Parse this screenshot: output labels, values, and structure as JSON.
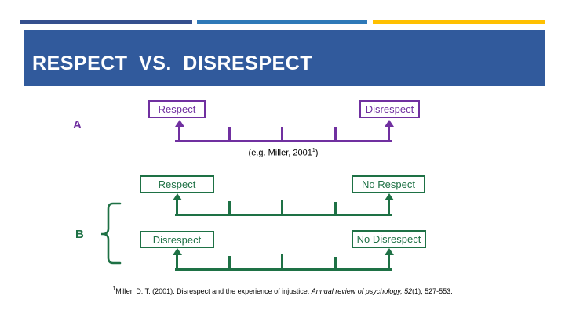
{
  "slide": {
    "title": "RESPECT VS. DISRESPECT"
  },
  "colors": {
    "purple": "#7030A0",
    "green": "#1E7145",
    "banner_blue": "#315A9C",
    "bar_dark_blue": "#35508E",
    "bar_light_blue": "#2E79B8",
    "bar_yellow": "#FFC000"
  },
  "section_a": {
    "label": "A",
    "scale": {
      "left": "Respect",
      "right": "Disrespect"
    },
    "caption": {
      "before_super": "(e.g. Miller, 2001",
      "super": "1",
      "after_super": ")"
    }
  },
  "section_b": {
    "label": "B",
    "scales": [
      {
        "left": "Respect",
        "right": "No Respect"
      },
      {
        "left": "Disrespect",
        "right": "No Disrespect"
      }
    ]
  },
  "footnote": {
    "super": "1",
    "before_italic": "Miller, D. T. (2001). Disrespect and the experience of injustice. ",
    "italic": "Annual review of psychology, 52",
    "after_italic": "(1), 527-553."
  }
}
